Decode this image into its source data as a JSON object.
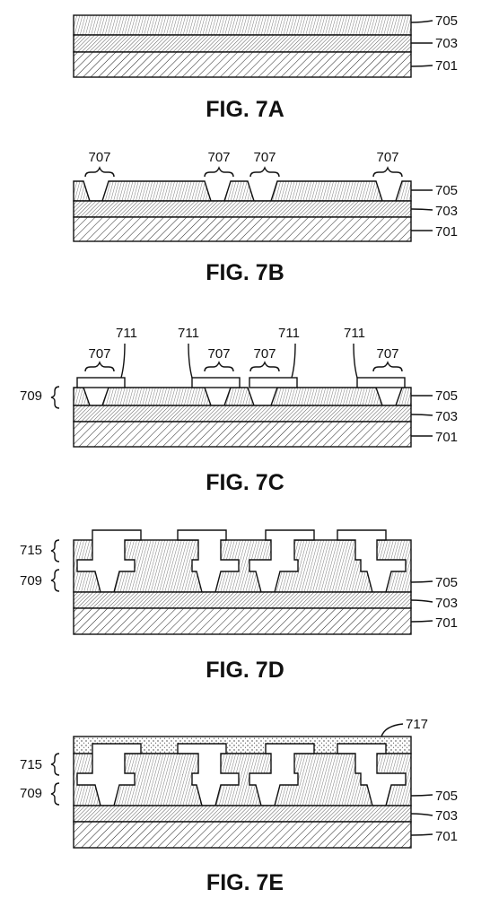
{
  "figures": {
    "a": {
      "caption": "FIG. 7A",
      "labels": [
        "705",
        "703",
        "701"
      ]
    },
    "b": {
      "caption": "FIG. 7B",
      "labels": [
        "705",
        "703",
        "701"
      ],
      "trench": "707"
    },
    "c": {
      "caption": "FIG. 7C",
      "labels": [
        "705",
        "703",
        "701"
      ],
      "trench": "707",
      "pad": "711",
      "side": "709"
    },
    "d": {
      "caption": "FIG. 7D",
      "labels": [
        "705",
        "703",
        "701"
      ],
      "side": [
        "715",
        "709"
      ]
    },
    "e": {
      "caption": "FIG. 7E",
      "labels": [
        "705",
        "703",
        "701"
      ],
      "side": [
        "715",
        "709"
      ],
      "top": "717"
    }
  }
}
